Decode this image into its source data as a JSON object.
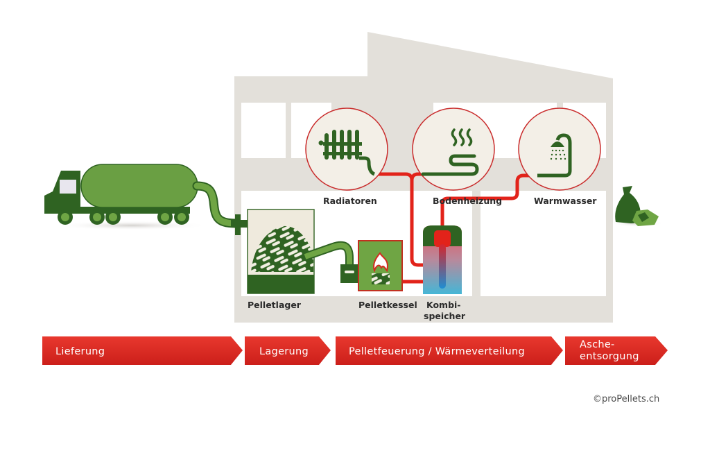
{
  "diagram": {
    "title": "Pellet heating process",
    "colors": {
      "house": "#e3e0da",
      "window": "#ffffff",
      "dark_green": "#2f6322",
      "mid_green": "#5e9a3c",
      "light_green": "#6fa544",
      "accent_red": "#e2231a",
      "circle_fill": "#f3efe7",
      "arrow_red": "#d8261f",
      "storage_fill": "#efeadd"
    },
    "components": {
      "delivery_truck": {
        "icon": "tanker-truck-icon"
      },
      "pellet_storage": {
        "label": "Pelletlager",
        "icon": "pellet-pile-icon"
      },
      "pellet_boiler": {
        "label": "Pelletkessel",
        "icon": "flame-icon"
      },
      "combi_storage": {
        "label_line1": "Kombi-",
        "label_line2": "speicher",
        "icon": "buffer-tank-icon"
      },
      "ash_disposal": {
        "icon": "ash-bag-icon"
      }
    },
    "consumers": [
      {
        "label": "Radiatoren",
        "icon": "radiator-icon"
      },
      {
        "label": "Bodenheizung",
        "icon": "floor-heating-icon"
      },
      {
        "label": "Warmwasser",
        "icon": "shower-icon"
      }
    ],
    "process_steps": [
      {
        "label": "Lieferung"
      },
      {
        "label": "Lagerung"
      },
      {
        "label": "Pelletfeuerung / Wärmeverteilung"
      },
      {
        "label_line1": "Asche-",
        "label_line2": "entsorgung"
      }
    ],
    "copyright": "©proPellets.ch"
  }
}
